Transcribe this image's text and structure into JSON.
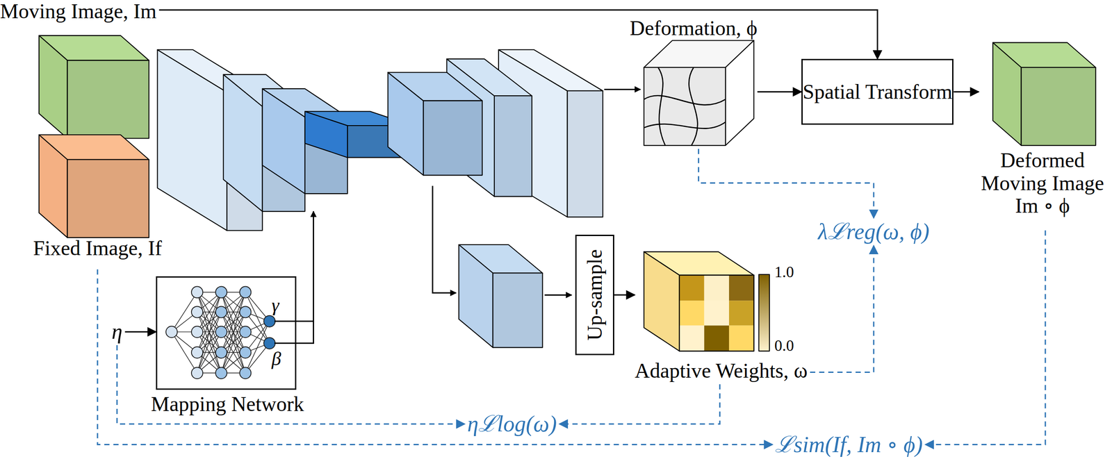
{
  "diagram": {
    "nodes": [
      {
        "text": [
          "Moving Image, Im"
        ]
      },
      {
        "text": [
          "Fixed Image, If"
        ]
      },
      {
        "text": [
          "Deformation, ϕ"
        ]
      },
      {
        "text": [
          "Spatial Transform"
        ]
      },
      {
        "text": [
          "Deformed Moving Image",
          "Im ∘ ϕ"
        ]
      },
      {
        "text": [
          "η"
        ]
      },
      {
        "text": [
          "Mapping Network"
        ]
      },
      {
        "text": [
          "Up-sample"
        ]
      },
      {
        "text": [
          "Adaptive Weights, ω"
        ]
      },
      {
        "text": [
          "λℒreg(ω, ϕ)"
        ]
      },
      {
        "text": [
          "ηℒlog(ω)"
        ]
      },
      {
        "text": [
          "ℒsim(If, Im ∘ ϕ)"
        ]
      }
    ],
    "edges": [
      {
        "from": 0,
        "to": 3,
        "arrow": "to"
      },
      {
        "from": 2,
        "to": 3,
        "arrow": "to"
      },
      {
        "from": 3,
        "to": 4,
        "arrow": "to"
      },
      {
        "from": 2,
        "to": 9,
        "arrow": "to"
      },
      {
        "from": 8,
        "to": 9,
        "arrow": "to"
      },
      {
        "from": 8,
        "to": 10,
        "arrow": "to"
      },
      {
        "from": 5,
        "to": 10,
        "arrow": "to"
      },
      {
        "from": 5,
        "to": 6,
        "arrow": "to"
      },
      {
        "from": 1,
        "to": 11,
        "arrow": "to"
      },
      {
        "from": 4,
        "to": 11,
        "arrow": "to"
      },
      {
        "from": 7,
        "to": 8,
        "arrow": "to"
      }
    ],
    "labels": [
      "γ",
      "β",
      "1.0",
      "0.0"
    ]
  }
}
